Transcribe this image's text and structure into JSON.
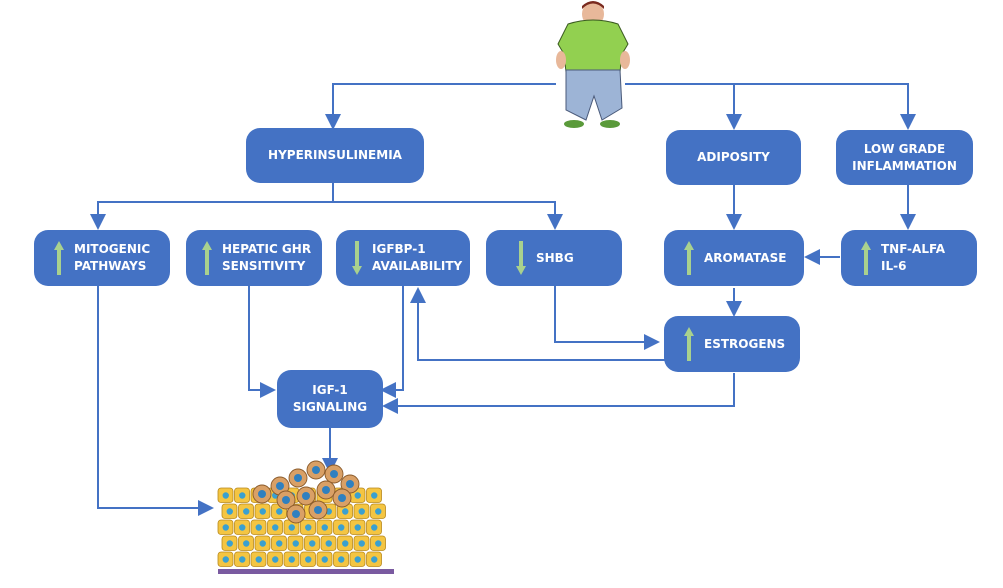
{
  "nodes": {
    "hyperinsulinemia": {
      "label": "HYPERINSULINEMIA"
    },
    "adiposity": {
      "label": "ADIPOSITY"
    },
    "low_grade_inflammation": {
      "label": "LOW GRADE\nINFLAMMATION"
    },
    "mitogenic_pathways": {
      "label": "MITOGENIC\nPATHWAYS",
      "direction": "up"
    },
    "hepatic_ghr_sensitivity": {
      "label": "HEPATIC GHR\nSENSITIVITY",
      "direction": "up"
    },
    "igfbp1_availability": {
      "label": "IGFBP-1\nAVAILABILITY",
      "direction": "down"
    },
    "shbg": {
      "label": "SHBG",
      "direction": "down"
    },
    "aromatase": {
      "label": "AROMATASE",
      "direction": "up"
    },
    "tnf_alfa_il6": {
      "label": "TNF-ALFA\nIL-6",
      "direction": "up"
    },
    "estrogens": {
      "label": "ESTROGENS",
      "direction": "up"
    },
    "igf1_signaling": {
      "label": "IGF-1\nSIGNALING"
    }
  },
  "illustrations": [
    "obese-person-figure",
    "tissue-cells-illustration"
  ],
  "colors": {
    "box_fill": "#4472c4",
    "box_text": "#ffffff",
    "connector": "#4472c4",
    "up_arrow": "#a9d18e",
    "down_arrow": "#a9d18e"
  }
}
